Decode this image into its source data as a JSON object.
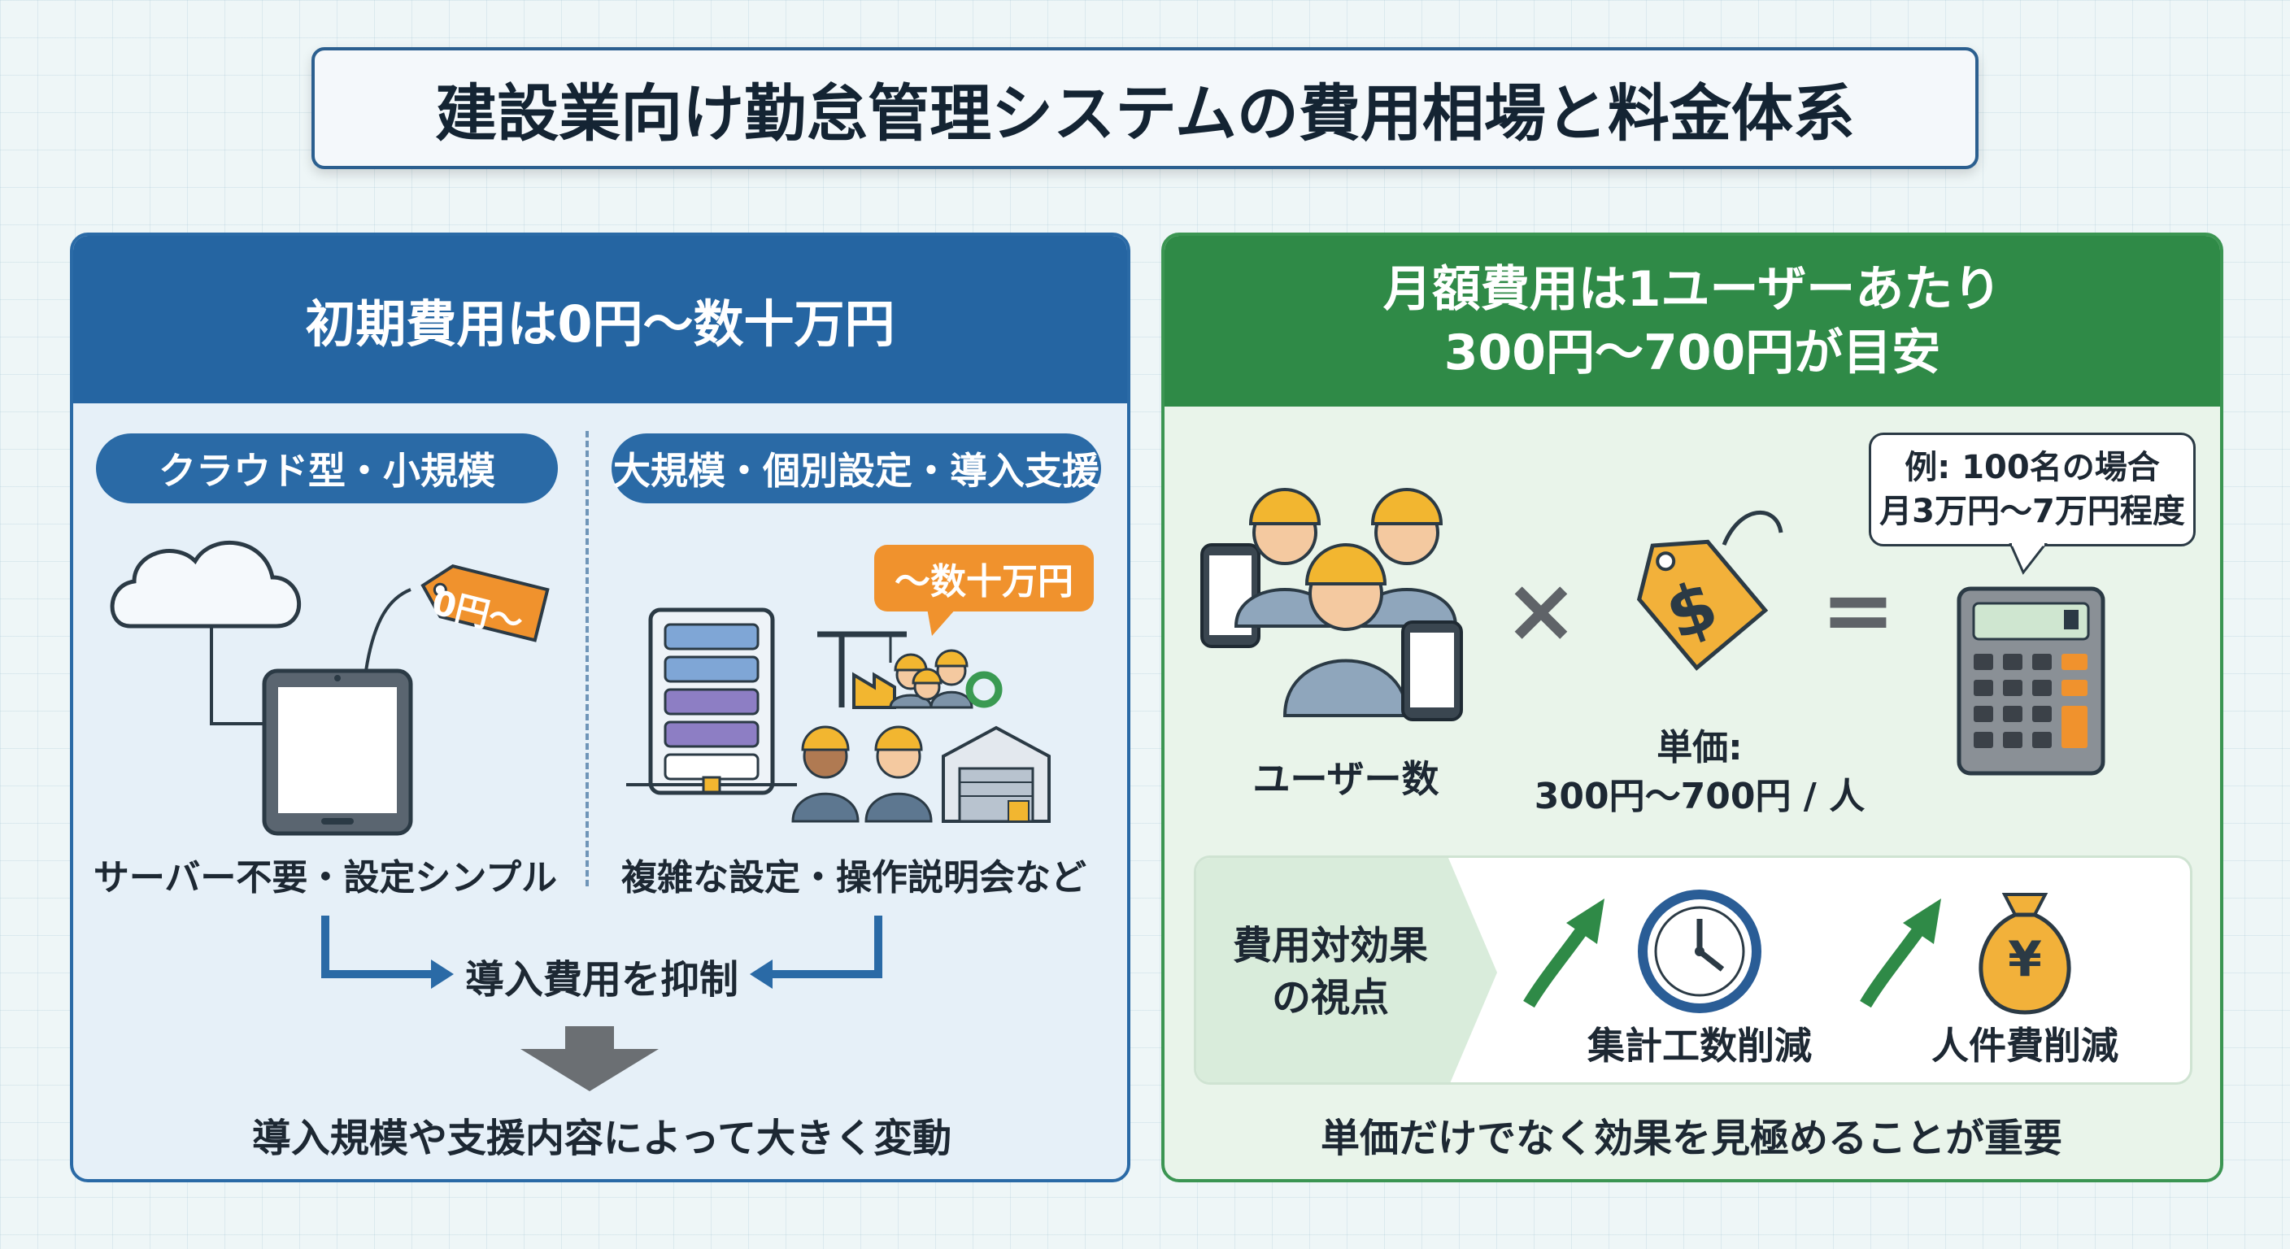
{
  "title": "建設業向け勤怠管理システムの費用相場と料金体系",
  "left_panel": {
    "header": "初期費用は0円〜数十万円",
    "cloud": {
      "pill": "クラウド型・小規模",
      "tag": "0円〜",
      "caption": "サーバー不要・設定シンプル"
    },
    "large": {
      "pill": "大規模・個別設定・導入支援",
      "speech": "〜数十万円",
      "caption": "複雑な設定・操作説明会など"
    },
    "merge_label": "導入費用を抑制",
    "bottom_text": "導入規模や支援内容によって大きく変動"
  },
  "right_panel": {
    "header_line1": "月額費用は1ユーザーあたり",
    "header_line2": "300円〜700円が目安",
    "users_label": "ユーザー数",
    "times_symbol": "×",
    "equals_symbol": "=",
    "unit_price_line1": "単価:",
    "unit_price_line2": "300円〜700円 / 人",
    "example_line1": "例: 100名の場合",
    "example_line2": "月3万円〜7万円程度",
    "effect_title_line1": "費用対効果",
    "effect_title_line2": "の視点",
    "effect1": "集計工数削減",
    "effect2": "人件費削減",
    "yen_symbol": "¥",
    "dollar_symbol": "$",
    "bottom_text": "単価だけでなく効果を見極めることが重要"
  },
  "colors": {
    "blue": "#2565a2",
    "green": "#2f8a47",
    "orange": "#f0922d",
    "helmet": "#f2b630",
    "tag": "#f2b13a"
  },
  "icons": [
    "cloud-icon",
    "tablet-icon",
    "price-tag-icon",
    "server-icon",
    "crane-icon",
    "workers-icon",
    "warehouse-icon",
    "smartphone-icon",
    "dollar-tag-icon",
    "calculator-icon",
    "clock-icon",
    "money-bag-icon",
    "up-arrow-icon",
    "down-arrow-icon"
  ]
}
